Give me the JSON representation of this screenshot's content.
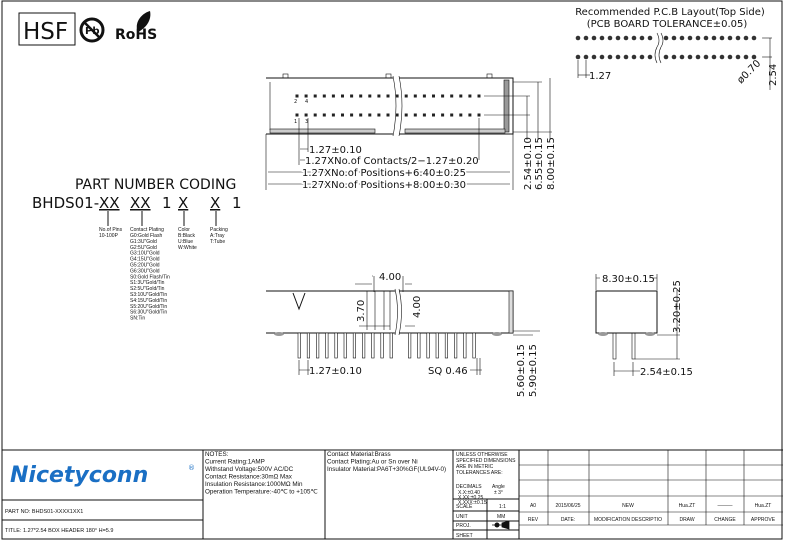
{
  "logos": {
    "hsf": "HSF",
    "pb": "Pb",
    "rohs": "RoHS"
  },
  "pcb_layout": {
    "title": "Recommended P.C.B Layout(Top Side)",
    "subtitle": "(PCB BOARD TOLERANCE±0.05)",
    "pitch": "1.27",
    "hole": "ø0.70",
    "row_spacing": "2.54"
  },
  "top_view": {
    "pin1": "1",
    "pin2": "2",
    "pin3": "3",
    "pin4": "4",
    "dim_pitch": "1.27±0.10",
    "dim_contacts": "1.27XNo.of  Contacts/2−1.27±0.20",
    "dim_pos1": "1.27XNo.of  Positions+6.40±0.25",
    "dim_pos2": "1.27XNo.of  Positions+8.00±0.30",
    "dim_row": "2.54±0.10",
    "dim_inner": "6.55±0.15",
    "dim_outer": "8.00±0.15"
  },
  "part_coding": {
    "title": "PART NUMBER CODING",
    "code": [
      "BHDS01-",
      "XX",
      "XX",
      "1",
      "X",
      "X",
      "1"
    ],
    "pins": {
      "title": "No.of Pins",
      "items": [
        "10-100P"
      ]
    },
    "plating": {
      "title": "Contact Plating",
      "items": [
        "G0:Gold Flash",
        "G1:3U\"Gold",
        "G2:5U\"Gold",
        "G3:10U\"Gold",
        "G4:15U\"Gold",
        "G5:20U\"Gold",
        "G6:30U\"Gold",
        "S0:Gold Flash/Tin",
        "S1:3U\"Gold/Tin",
        "S2:5U\"Gold/Tin",
        "S3:10U\"Gold/Tin",
        "S4:15U\"Gold/Tin",
        "S5:20U\"Gold/Tin",
        "S6:30U\"Gold/Tin",
        "SN:Tin"
      ]
    },
    "color": {
      "title": "Color",
      "items": [
        "B:Black",
        "U:Blue",
        "W:White"
      ]
    },
    "packing": {
      "title": "Packing",
      "items": [
        "A:Tray",
        "T:Tube"
      ]
    }
  },
  "front_view": {
    "dim_top": "4.00",
    "dim_left": "3.70",
    "dim_right": "4.00",
    "dim_pitch": "1.27±0.10",
    "dim_sq": "SQ  0.46",
    "dim_h1": "5.60±0.15",
    "dim_h2": "5.90±0.15"
  },
  "side_view": {
    "width": "8.30±0.15",
    "height": "3.20±0.25",
    "pitch": "2.54±0.15"
  },
  "title_block": {
    "brand": "Nicetyconn",
    "reg": "®",
    "part_no": "PART NO: BHDS01-XXXX1XX1",
    "title": "TITLE:  1.27*2.54 BOX HEADER 180°  H=5.9",
    "notes": [
      "NOTES:",
      "Current Rating:1AMP",
      "Withstand Voltage:500V AC/DC",
      "Contact Resistance:30mΩ Max",
      "Insulation Resistance:1000MΩ Min",
      "Operation Temperature:-40℃ to +105℃"
    ],
    "materials": [
      "Contact Material:Brass",
      "Contact Plating:Au or Sn over Ni",
      "Insulator Material:PA6T+30%GF(UL94V-0)"
    ],
    "tolerance": [
      "UNLESS OTHERWISE",
      "SPECIFIED DIMENSIONS",
      "ARE IN METRIC",
      "TOLERANCES  ARE:"
    ],
    "decimals_label": "DECIMALS",
    "angle_label": "Angle",
    "angle_value": "± 3°",
    "decimals": [
      "X.X:±0.40",
      "X.XX:±0.25",
      "X.XXX:±0.15"
    ],
    "scale_label": "SCALE",
    "scale_value": "1:1",
    "unit_label": "UNIT",
    "unit_value": "MM",
    "proj_label": "PROJ.",
    "sheet_label": "SHEET",
    "revision": {
      "rev": "A0",
      "date": "2015/06/25",
      "description": "NEW",
      "draw": "Hua.ZT",
      "change": "———",
      "approve": "Hua.ZT"
    },
    "headers": [
      "REV",
      "DATE:",
      "MODIFICATION DESCRIPTIO",
      "DRAW",
      "CHANGE",
      "APPROVE"
    ]
  }
}
